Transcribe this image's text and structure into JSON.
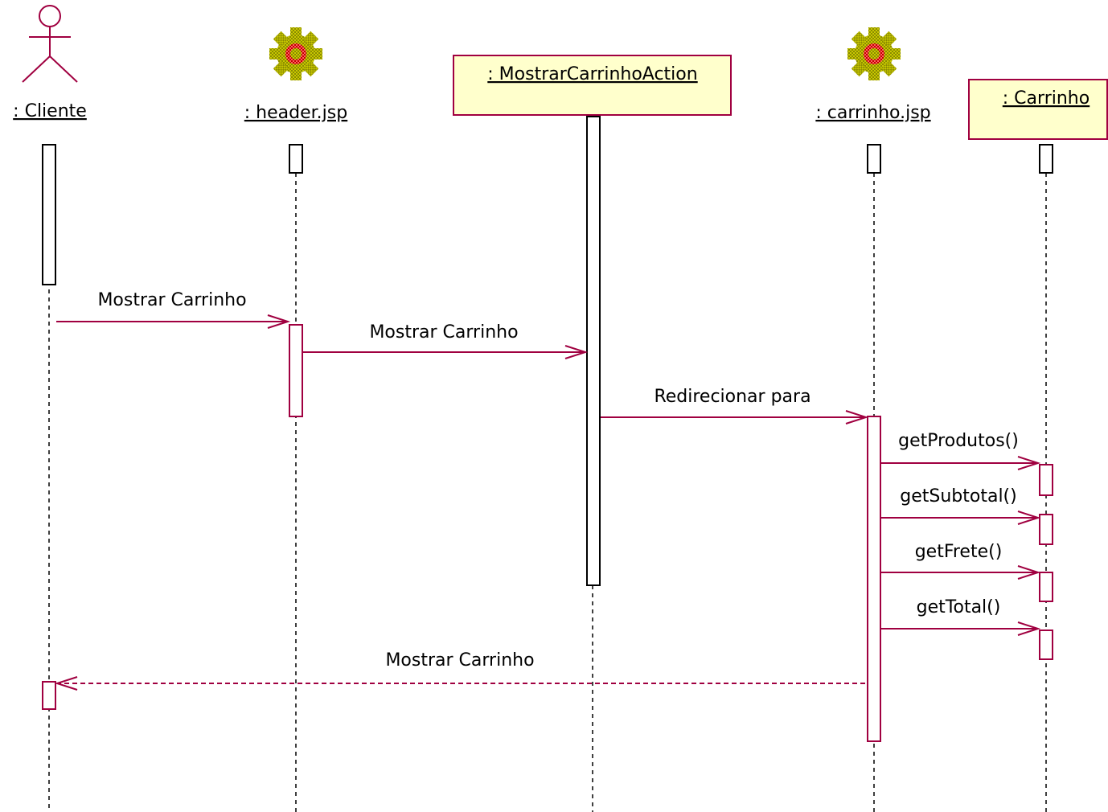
{
  "participants": [
    {
      "id": "cliente",
      "label": ": Cliente",
      "kind": "actor"
    },
    {
      "id": "header",
      "label": ": header.jsp",
      "kind": "component",
      "icon": "gear-icon"
    },
    {
      "id": "action",
      "label": ": MostrarCarrinhoAction",
      "kind": "object"
    },
    {
      "id": "carrinhojsp",
      "label": ": carrinho.jsp",
      "kind": "component",
      "icon": "gear-icon"
    },
    {
      "id": "carrinho",
      "label": ": Carrinho",
      "kind": "object"
    }
  ],
  "messages": [
    {
      "id": "m1",
      "label": "Mostrar Carrinho",
      "from": "cliente",
      "to": "header",
      "style": "solid"
    },
    {
      "id": "m2",
      "label": "Mostrar Carrinho",
      "from": "header",
      "to": "action",
      "style": "solid"
    },
    {
      "id": "m3",
      "label": "Redirecionar para",
      "from": "action",
      "to": "carrinhojsp",
      "style": "solid"
    },
    {
      "id": "m4",
      "label": "getProdutos()",
      "from": "carrinhojsp",
      "to": "carrinho",
      "style": "solid"
    },
    {
      "id": "m5",
      "label": "getSubtotal()",
      "from": "carrinhojsp",
      "to": "carrinho",
      "style": "solid"
    },
    {
      "id": "m6",
      "label": "getFrete()",
      "from": "carrinhojsp",
      "to": "carrinho",
      "style": "solid"
    },
    {
      "id": "m7",
      "label": "getTotal()",
      "from": "carrinhojsp",
      "to": "carrinho",
      "style": "solid"
    },
    {
      "id": "m8",
      "label": "Mostrar Carrinho",
      "from": "carrinhojsp",
      "to": "cliente",
      "style": "dashed"
    }
  ],
  "colors": {
    "message": "#a00040",
    "object_fill": "#ffffcc",
    "gear_outer": "#8b8b00",
    "gear_inner": "#c00000"
  }
}
